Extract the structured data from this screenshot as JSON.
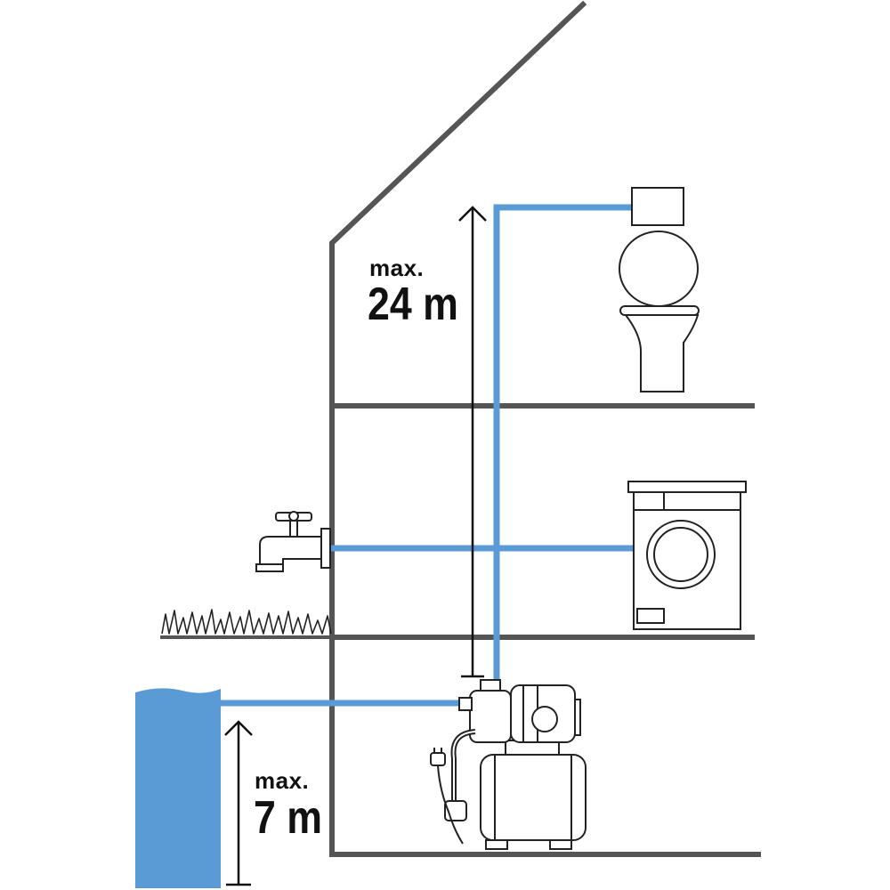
{
  "labels": {
    "lift_prefix": "max.",
    "lift_value": "24 m",
    "suction_prefix": "max.",
    "suction_value": "7 m"
  },
  "colors": {
    "wall": "#555555",
    "water_pipe": "#5b9bd5",
    "water_source": "#5b9bd5",
    "outline": "#222222",
    "arrow": "#111111"
  },
  "icons": {
    "toilet": "toilet-icon",
    "washing_machine": "washing-machine-icon",
    "tap": "outdoor-tap-icon",
    "pump": "water-pump-icon",
    "grass": "grass-icon"
  }
}
